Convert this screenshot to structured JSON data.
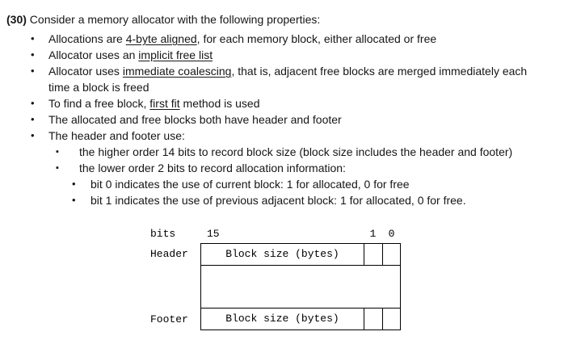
{
  "question": {
    "number": "(30)",
    "intro": "Consider a memory allocator with the following properties:"
  },
  "markers": {
    "l1": "•",
    "l2": "▪",
    "l3": "•"
  },
  "bullets": {
    "b1": {
      "pre": "Allocations are ",
      "u": "4-byte aligned",
      "post": ", for each memory block, either allocated or free"
    },
    "b2": {
      "pre": "Allocator uses an ",
      "u": "implicit free list",
      "post": ""
    },
    "b3": {
      "pre": "Allocator uses ",
      "u": "immediate coalescing",
      "post": ", that is, adjacent free blocks are merged immediately each time a block is freed"
    },
    "b4": {
      "pre": "To find a free block, ",
      "u": "first fit",
      "post": " method is used"
    },
    "b5": {
      "text": "The allocated and free blocks both have header and footer"
    },
    "b6": {
      "text": "The header and footer use:"
    }
  },
  "sub_bullets": {
    "s1": "the higher order 14 bits to record block size (block size includes the header and footer)",
    "s2": "the lower order 2 bits to record allocation information:"
  },
  "sub_sub_bullets": {
    "s1": "bit 0 indicates the use of current block: 1 for allocated, 0 for free",
    "s2": "bit 1 indicates the use of previous adjacent block: 1 for allocated, 0 for free."
  },
  "diagram": {
    "bits_label": "bits",
    "tick_high": "15",
    "tick_bit1": "1",
    "tick_bit0": "0",
    "header_label": "Header",
    "footer_label": "Footer",
    "header_cell": "Block size (bytes)",
    "footer_cell": "Block size (bytes)"
  }
}
